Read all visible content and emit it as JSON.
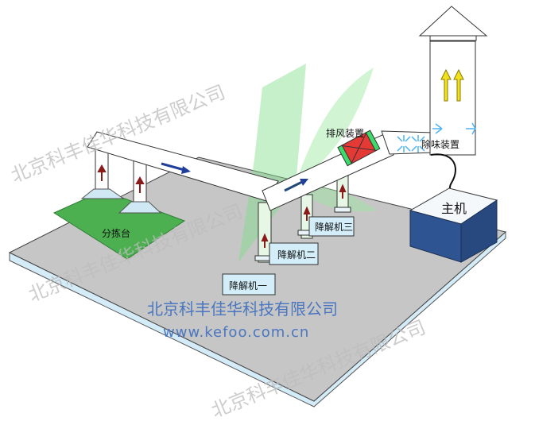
{
  "labels": {
    "sorting_table": "分拣台",
    "exhaust_device": "排风装置",
    "deodorizer": "除味装置",
    "host": "主机",
    "degrader_1": "降解机一",
    "degrader_2": "降解机二",
    "degrader_3": "降解机三"
  },
  "watermark": {
    "company": "北京科丰佳华科技有限公司",
    "url": "www.kefoo.com.cn"
  },
  "colors": {
    "floor": "#c6c6c6",
    "floor_edge": "#d4ecf7",
    "table": "#4caf50",
    "duct": "#ffffff",
    "fan": "#e53935",
    "fan_ring": "#3ddc6a",
    "host": "#2e5591",
    "degrader": "#d3eef8",
    "watermark_text": "#4a76c0",
    "logo": "#7fe08a"
  },
  "icons": [
    "flow-arrow-icon",
    "up-arrow-icon",
    "spray-icon",
    "company-logo"
  ]
}
